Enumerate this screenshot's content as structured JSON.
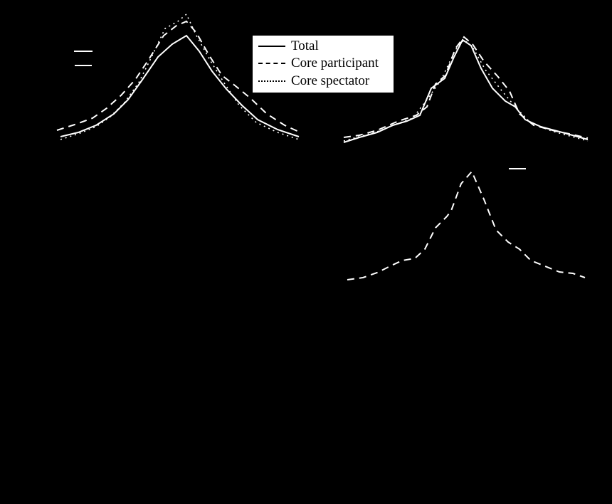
{
  "figure": {
    "background": "#000000",
    "line_color": "#ffffff",
    "legend": {
      "items": [
        {
          "label": "Total",
          "style": "solid"
        },
        {
          "label": "Core participant",
          "style": "dashed"
        },
        {
          "label": "Core spectator",
          "style": "dotted"
        }
      ]
    }
  },
  "chart_data": [
    {
      "type": "line",
      "panel": "top-left",
      "title": "",
      "xlabel": "",
      "ylabel": "",
      "note": "Axes, tick labels and axis titles are drawn in black on a black background and are not visible; values are pixel coordinates of the visible curves (x right, y down).",
      "series": [
        {
          "name": "Total",
          "style": "solid",
          "points": [
            [
              85,
              192
            ],
            [
              110,
              186
            ],
            [
              135,
              176
            ],
            [
              160,
              160
            ],
            [
              180,
              140
            ],
            [
              200,
              112
            ],
            [
              222,
              80
            ],
            [
              242,
              62
            ],
            [
              262,
              50
            ],
            [
              280,
              72
            ],
            [
              298,
              100
            ],
            [
              318,
              125
            ],
            [
              340,
              148
            ],
            [
              362,
              168
            ],
            [
              390,
              182
            ],
            [
              420,
              192
            ]
          ]
        },
        {
          "name": "Core participant",
          "style": "dashed",
          "points": [
            [
              80,
              183
            ],
            [
              105,
              175
            ],
            [
              130,
              166
            ],
            [
              150,
              152
            ],
            [
              170,
              134
            ],
            [
              190,
              112
            ],
            [
              210,
              82
            ],
            [
              230,
              50
            ],
            [
              248,
              36
            ],
            [
              262,
              30
            ],
            [
              276,
              46
            ],
            [
              294,
              78
            ],
            [
              312,
              106
            ],
            [
              330,
              120
            ],
            [
              352,
              138
            ],
            [
              375,
              160
            ],
            [
              400,
              176
            ],
            [
              422,
              186
            ]
          ]
        },
        {
          "name": "Core spectator",
          "style": "dotted",
          "points": [
            [
              85,
              196
            ],
            [
              110,
              188
            ],
            [
              135,
              178
            ],
            [
              155,
              164
            ],
            [
              175,
              144
            ],
            [
              195,
              116
            ],
            [
              212,
              82
            ],
            [
              232,
              40
            ],
            [
              250,
              30
            ],
            [
              262,
              20
            ],
            [
              276,
              50
            ],
            [
              296,
              86
            ],
            [
              316,
              118
            ],
            [
              336,
              148
            ],
            [
              360,
              172
            ],
            [
              390,
              186
            ],
            [
              420,
              196
            ]
          ]
        }
      ]
    },
    {
      "type": "line",
      "panel": "top-right",
      "title": "",
      "xlabel": "",
      "ylabel": "",
      "series": [
        {
          "name": "Total",
          "style": "solid",
          "points": [
            [
              483,
              200
            ],
            [
              505,
              193
            ],
            [
              530,
              186
            ],
            [
              552,
              176
            ],
            [
              572,
              170
            ],
            [
              590,
              162
            ],
            [
              606,
              124
            ],
            [
              625,
              110
            ],
            [
              638,
              80
            ],
            [
              650,
              56
            ],
            [
              662,
              64
            ],
            [
              676,
              96
            ],
            [
              692,
              124
            ],
            [
              710,
              142
            ],
            [
              724,
              150
            ],
            [
              738,
              168
            ],
            [
              760,
              178
            ],
            [
              790,
              186
            ],
            [
              826,
              196
            ]
          ]
        },
        {
          "name": "Core participant",
          "style": "dashed",
          "points": [
            [
              483,
              193
            ],
            [
              505,
              190
            ],
            [
              530,
              183
            ],
            [
              560,
              170
            ],
            [
              585,
              162
            ],
            [
              600,
              150
            ],
            [
              612,
              118
            ],
            [
              626,
              106
            ],
            [
              640,
              68
            ],
            [
              652,
              52
            ],
            [
              664,
              62
            ],
            [
              680,
              86
            ],
            [
              700,
              108
            ],
            [
              716,
              128
            ],
            [
              730,
              160
            ],
            [
              750,
              176
            ],
            [
              780,
              184
            ],
            [
              800,
              188
            ],
            [
              826,
              194
            ]
          ]
        },
        {
          "name": "Core spectator",
          "style": "dotted",
          "points": [
            [
              483,
              198
            ],
            [
              505,
              192
            ],
            [
              530,
              185
            ],
            [
              555,
              175
            ],
            [
              580,
              166
            ],
            [
              600,
              140
            ],
            [
              620,
              112
            ],
            [
              640,
              70
            ],
            [
              652,
              56
            ],
            [
              664,
              66
            ],
            [
              682,
              98
            ],
            [
              704,
              126
            ],
            [
              724,
              150
            ],
            [
              745,
              172
            ],
            [
              775,
              184
            ],
            [
              826,
              198
            ]
          ]
        }
      ]
    },
    {
      "type": "line",
      "panel": "bottom-right",
      "title": "",
      "xlabel": "",
      "ylabel": "",
      "series": [
        {
          "name": "Core participant",
          "style": "dashed",
          "points": [
            [
              488,
              393
            ],
            [
              510,
              390
            ],
            [
              530,
              383
            ],
            [
              548,
              374
            ],
            [
              565,
              366
            ],
            [
              583,
              363
            ],
            [
              597,
              350
            ],
            [
              612,
              320
            ],
            [
              628,
              304
            ],
            [
              634,
              296
            ],
            [
              648,
              258
            ],
            [
              663,
              241
            ],
            [
              680,
              280
            ],
            [
              697,
              323
            ],
            [
              714,
              340
            ],
            [
              730,
              350
            ],
            [
              746,
              366
            ],
            [
              766,
              374
            ],
            [
              786,
              382
            ],
            [
              805,
              384
            ],
            [
              822,
              390
            ]
          ]
        }
      ]
    },
    {
      "type": "line",
      "panel": "bottom-left",
      "note": "Panel area is entirely black; no visible data."
    }
  ]
}
